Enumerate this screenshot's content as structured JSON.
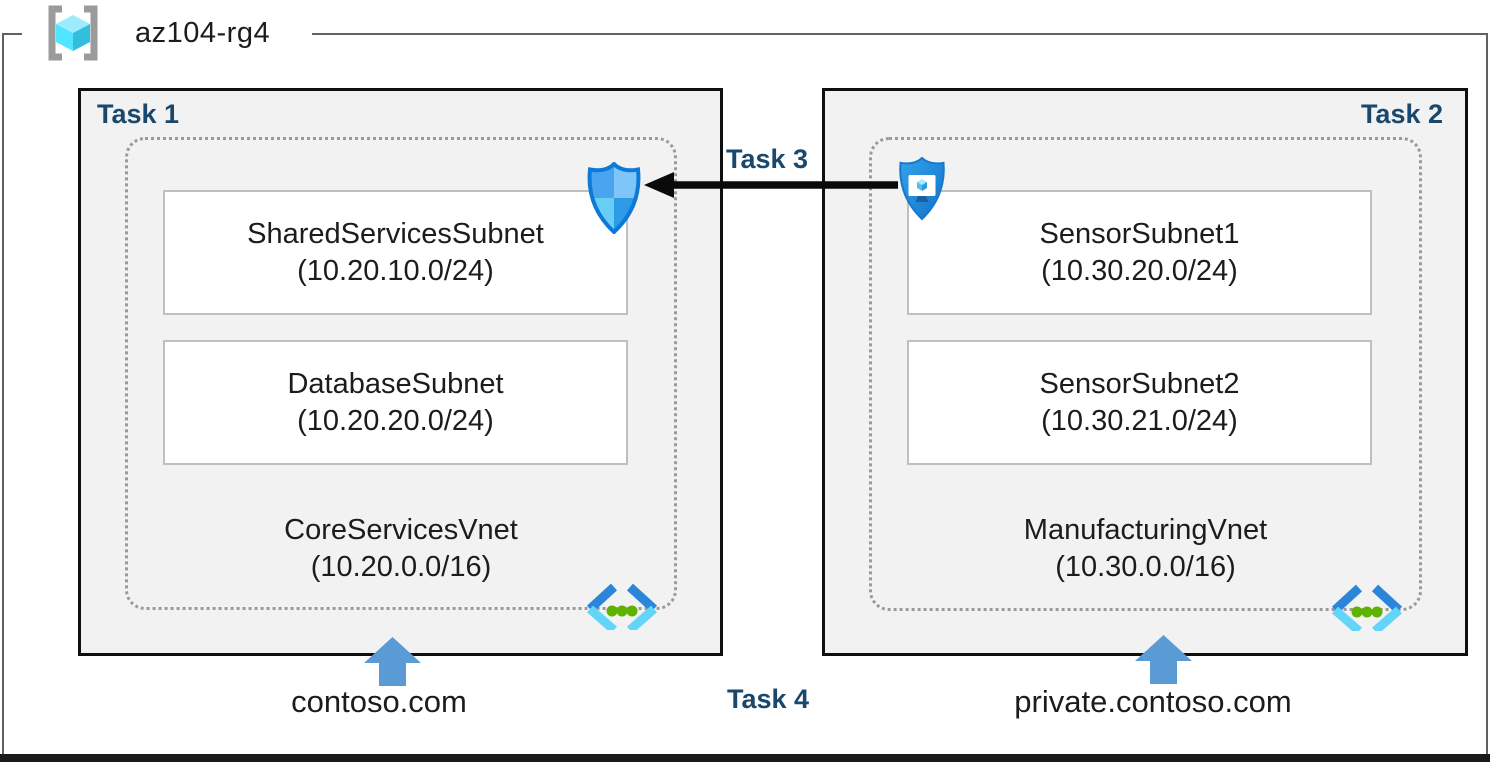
{
  "resource_group": {
    "name": "az104-rg4"
  },
  "task3": {
    "label": "Task 3"
  },
  "task4": {
    "label": "Task 4"
  },
  "vnets": [
    {
      "task_label": "Task 1",
      "name": "CoreServicesVnet",
      "cidr": "(10.20.0.0/16)",
      "dns_zone": "contoso.com",
      "subnets": [
        {
          "name": "SharedServicesSubnet",
          "cidr": "(10.20.10.0/24)"
        },
        {
          "name": "DatabaseSubnet",
          "cidr": "(10.20.20.0/24)"
        }
      ]
    },
    {
      "task_label": "Task 2",
      "name": "ManufacturingVnet",
      "cidr": "(10.30.0.0/16)",
      "dns_zone": "private.contoso.com",
      "subnets": [
        {
          "name": "SensorSubnet1",
          "cidr": "(10.30.20.0/24)"
        },
        {
          "name": "SensorSubnet2",
          "cidr": "(10.30.21.0/24)"
        }
      ]
    }
  ],
  "icons": {
    "resource_group": "resource-group-icon",
    "network_security_group": "nsg-shield-icon",
    "application_security_group": "asg-shield-icon",
    "virtual_network": "virtual-network-icon",
    "peering_arrow": "peering-arrow",
    "dns_up_arrow": "up-arrow-icon"
  },
  "colors": {
    "task_label": "#1a476c",
    "box_fill": "#f2f2f2",
    "azure_blue": "#1e88dc",
    "arrow_blue": "#5b9bd5",
    "green_dot": "#5db300",
    "black_arrow": "#0a0a0a"
  }
}
